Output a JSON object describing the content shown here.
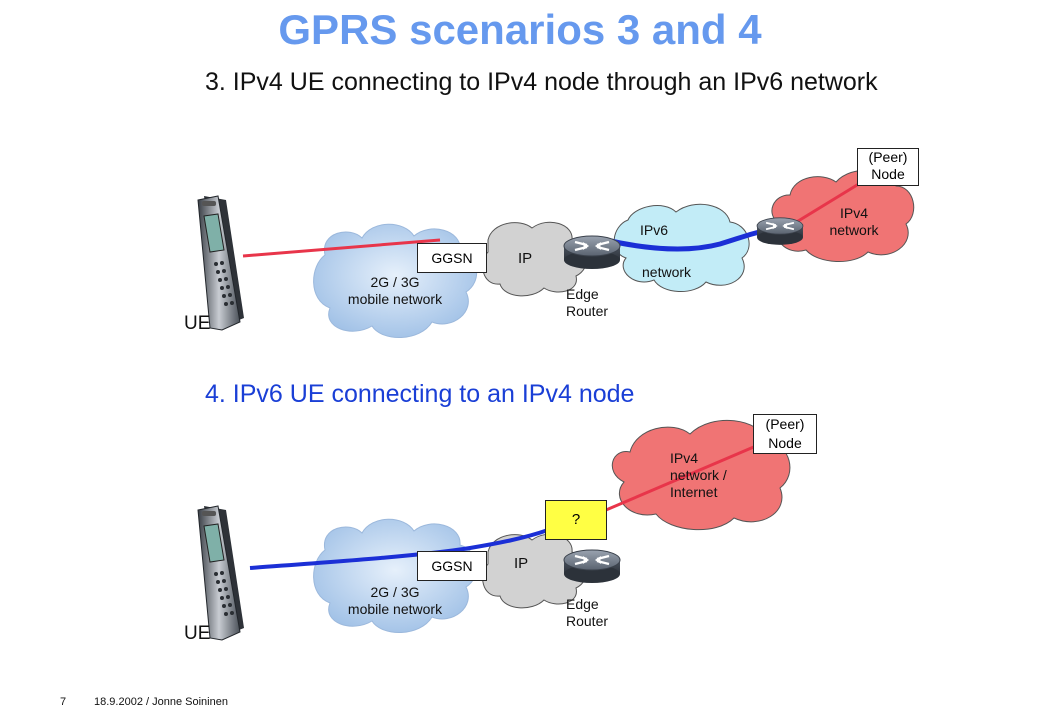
{
  "title": "GPRS scenarios 3 and 4",
  "scenario3": {
    "heading": "3. IPv4 UE connecting to IPv4 node through an IPv6 network",
    "ue_label": "UE",
    "mobile_network_label": "2G / 3G\nmobile network",
    "ggsn_label": "GGSN",
    "ip_label": "IP",
    "edge_router_label": "Edge\nRouter",
    "ipv6_label": "IPv6",
    "ipv6_network_label": "network",
    "ipv4_network_label": "IPv4\nnetwork",
    "peer_node_label": "(Peer)\nNode"
  },
  "scenario4": {
    "heading": "4. IPv6 UE connecting to an IPv4 node",
    "ue_label": "UE",
    "mobile_network_label": "2G / 3G\nmobile network",
    "ggsn_label": "GGSN",
    "ip_label": "IP",
    "edge_router_label": "Edge\nRouter",
    "unknown_label": "?",
    "ipv4_network_label": "IPv4\nnetwork /\nInternet",
    "peer_node_label": "(Peer)\nNode"
  },
  "footer": {
    "page_number": "7",
    "text": "18.9.2002 / Jonne Soininen"
  },
  "colors": {
    "title": "#6699ee",
    "heading4": "#1a3fd6",
    "ipv4_link": "#e8354a",
    "ipv6_link": "#1b2fd6",
    "ipv6_cloud": "#bfeaf5",
    "ipv4_cloud": "#f07474",
    "ip_cloud": "#d0d0d0",
    "mobile_cloud": "#b8d2ef",
    "unknown_box": "#ffff44"
  },
  "icons": [
    "mobile-phone-icon",
    "router-icon",
    "cloud-icon"
  ]
}
